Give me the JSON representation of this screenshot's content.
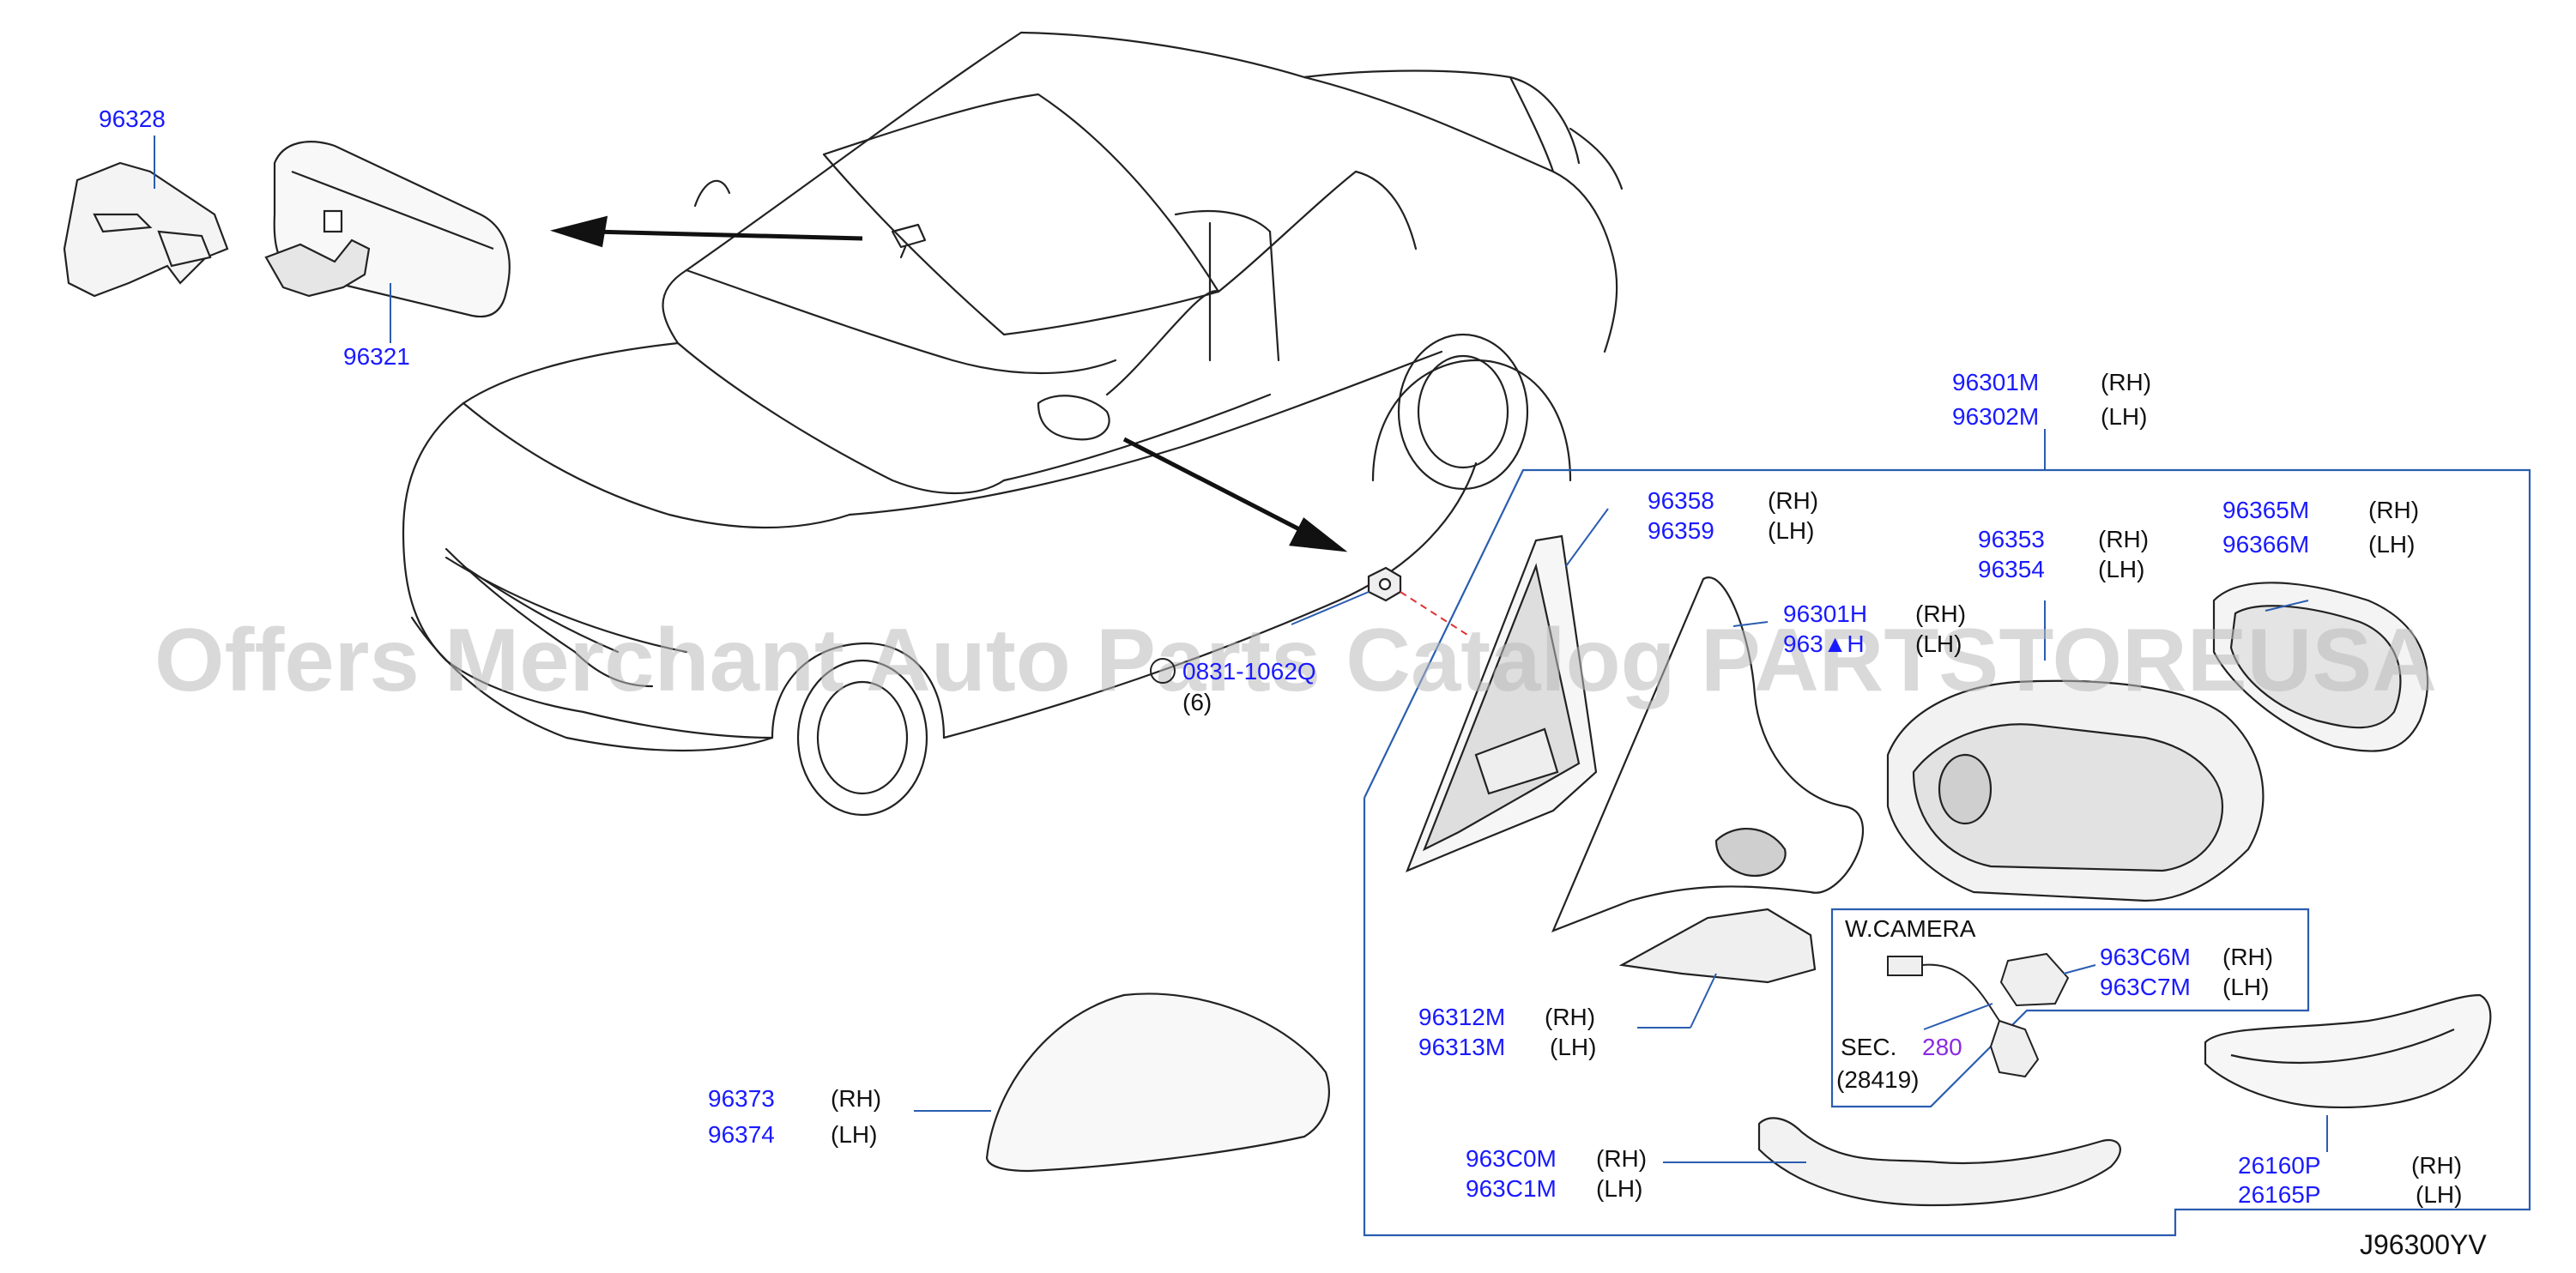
{
  "sides": {
    "rh": "(RH)",
    "lh": "(LH)"
  },
  "parts": {
    "p96328": "96328",
    "p96321": "96321",
    "p96301M": "96301M",
    "p96302M": "96302M",
    "p96358": "96358",
    "p96359": "96359",
    "p96353": "96353",
    "p96354": "96354",
    "p96365M": "96365M",
    "p96366M": "96366M",
    "p96301H": "96301H",
    "p96302H": "963▲H",
    "fastener": "0831-1062Q",
    "fastener_qty": "(6)",
    "p963C6M": "963C6M",
    "p963C7M": "963C7M",
    "p96312M": "96312M",
    "p96313M": "96313M",
    "p96373": "96373",
    "p96374": "96374",
    "p963C0M": "963C0M",
    "p963C1M": "963C1M",
    "p26160P": "26160P",
    "p26165P": "26165P"
  },
  "camera_box": {
    "title": "W.CAMERA",
    "sec_label": "SEC.",
    "sec_number": "280",
    "sec_ref": "(28419)"
  },
  "diagram_code": "J96300YV",
  "watermark": "Offers Merchant Auto Parts Catalog PARTSTOREUSA",
  "colors": {
    "part_number": "#1a1aff",
    "sec_number": "#8a2be2",
    "leader": "#2a5db0",
    "watermark": "#b9b9b9"
  }
}
